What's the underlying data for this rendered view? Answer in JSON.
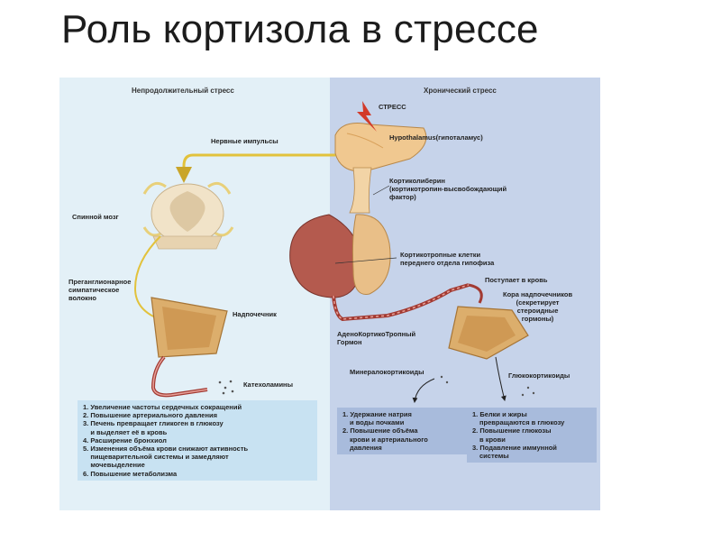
{
  "title": "Роль кортизола в стрессе",
  "left_panel": {
    "heading": "Непродолжительный стресс",
    "labels": {
      "nerve_impulses": "Нервные импульсы",
      "spinal_cord": "Спинной мозг",
      "preganglionic_fiber": [
        "Преганглионарное",
        "симпатическое",
        "волокно"
      ],
      "adrenal_gland": "Надпочечник",
      "catecholamines": "Катехоламины"
    },
    "effects": [
      "1. Увеличение частоты сердечных сокращений",
      "2. Повышение артериального давления",
      "3. Печень превращает гликоген в глюкозу",
      "    и выделяет её в кровь",
      "4. Расширение бронхиол",
      "5. Изменения объёма крови снижают активность",
      "    пищеварительной системы и замедляют",
      "    мочевыделение",
      "6. Повышение метаболизма"
    ]
  },
  "right_panel": {
    "heading": "Хронический стресс",
    "labels": {
      "stress": "СТРЕСС",
      "hypothalamus": "Hypothalamus(гипоталамус)",
      "corticoliberin": [
        "Кортиколиберин",
        "(кортикотропин-высвобождающий",
        "фактор)"
      ],
      "corticotropic_cells": [
        "Кортикотропные клетки",
        "переднего отдела гипофиза"
      ],
      "enters_blood": "Поступает в кровь",
      "adrenal_cortex": [
        "Кора надпочечников",
        "(секретирует",
        "стероидные",
        "гормоны)"
      ],
      "acth": [
        "АденоКортикоТропный",
        "Гормон"
      ],
      "mineralocorticoids": "Минералокортикоиды",
      "glucocorticoids": "Глюкокортикоиды"
    },
    "mineralo_effects": [
      "1. Удержание натрия",
      "и воды почками",
      "2. Повышение объёма",
      "крови и артериального",
      "давления"
    ],
    "gluco_effects": [
      "1. Белки и жиры",
      "превращаются в глюкозу",
      "2. Повышение глюкозы",
      "в крови",
      "3. Подавление иммунной",
      "системы"
    ]
  },
  "colors": {
    "left_panel_bg": "#e3f0f7",
    "right_panel_bg": "#c6d3ea",
    "nerve": "#e2c23c",
    "vessel": "#a23a32",
    "gland": "#dcae6c",
    "pituitary": "#b45a4e",
    "stress_bolt": "#d23a2a"
  },
  "icons": [
    "lightning-bolt-icon",
    "arrow-icon"
  ]
}
